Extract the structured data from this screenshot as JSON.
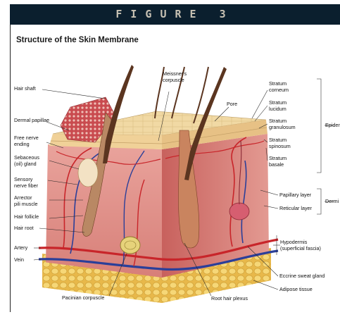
{
  "header": {
    "figure_label": "FIGURE 3"
  },
  "title": "Structure of the Skin Membrane",
  "labels": {
    "hair_shaft": "Hair shaft",
    "dermal_papillae": "Dermal papillae",
    "free_nerve_ending": [
      "Free nerve",
      "ending"
    ],
    "sebaceous_gland": [
      "Sebaceous",
      "(oil) gland"
    ],
    "sensory_nerve_fiber": [
      "Sensory",
      "nerve fiber"
    ],
    "arrector_pili": [
      "Arrector",
      "pili muscle"
    ],
    "hair_follicle": "Hair follicle",
    "hair_root": "Hair root",
    "artery": "Artery",
    "vein": "Vein",
    "meissners": [
      "Meissner's",
      "corpuscle"
    ],
    "pore": "Pore",
    "pacinian": "Pacinian corpuscle",
    "root_hair_plexus": "Root hair plexus",
    "stratum_corneum": [
      "Stratum",
      "corneum"
    ],
    "stratum_lucidum": [
      "Stratum",
      "lucidum"
    ],
    "stratum_granulosum": [
      "Stratum",
      "granulosum"
    ],
    "stratum_spinosum": [
      "Stratum",
      "spinosum"
    ],
    "stratum_basale": [
      "Stratum",
      "basale"
    ],
    "epidermis": "Epider",
    "papillary_layer": "Papillary layer",
    "reticular_layer": "Reticular layer",
    "dermis": "Dermi",
    "hypodermis": [
      "Hypodermis",
      "(superficial fascia)"
    ],
    "eccrine": "Eccrine sweat gland",
    "adipose": "Adipose tissue"
  },
  "colors": {
    "banner": "#0b1f2e",
    "dermis": "#d98a86",
    "epidermis": "#f0d6a2",
    "adipose": "#f2c85a",
    "artery": "#c8252a",
    "vein": "#2b3f99",
    "hair": "#5b3520"
  }
}
